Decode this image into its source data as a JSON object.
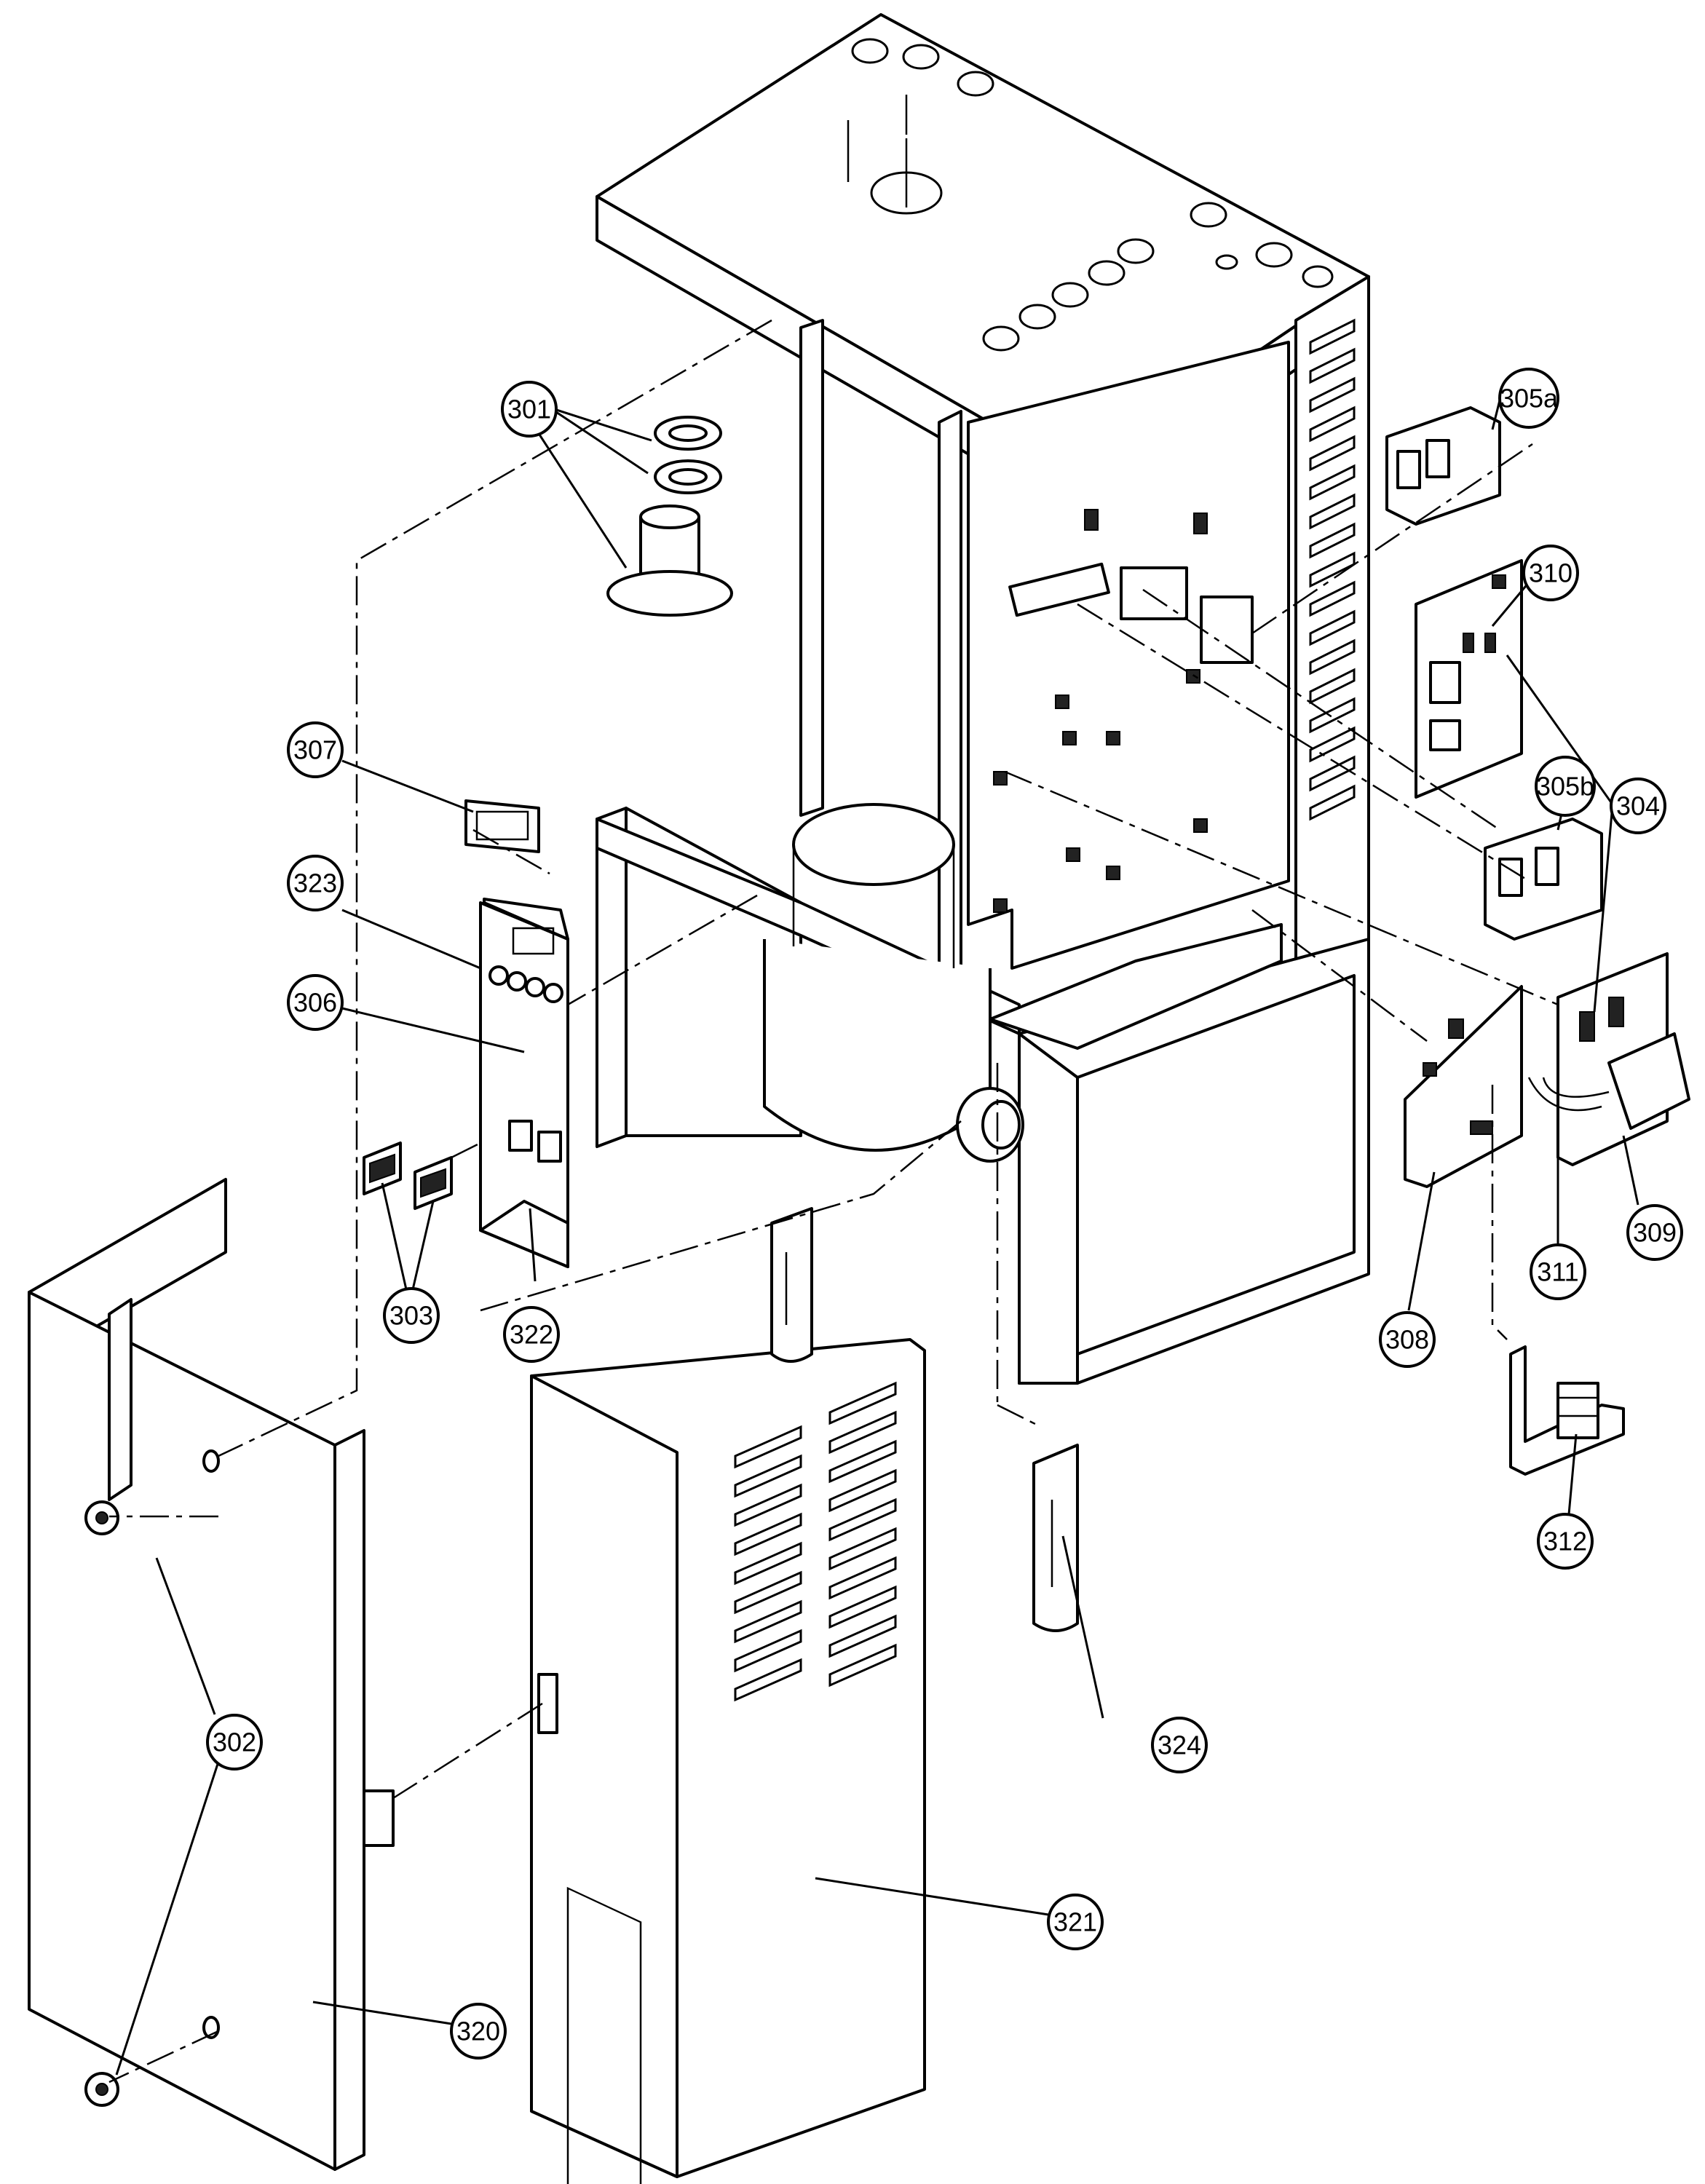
{
  "diagram": {
    "callouts": [
      {
        "id": "301",
        "label": "301"
      },
      {
        "id": "302",
        "label": "302"
      },
      {
        "id": "303",
        "label": "303"
      },
      {
        "id": "304",
        "label": "304"
      },
      {
        "id": "305a",
        "label": "305a"
      },
      {
        "id": "305b",
        "label": "305b"
      },
      {
        "id": "306",
        "label": "306"
      },
      {
        "id": "307",
        "label": "307"
      },
      {
        "id": "308",
        "label": "308"
      },
      {
        "id": "309",
        "label": "309"
      },
      {
        "id": "310",
        "label": "310"
      },
      {
        "id": "311",
        "label": "311"
      },
      {
        "id": "312",
        "label": "312"
      },
      {
        "id": "320",
        "label": "320"
      },
      {
        "id": "321",
        "label": "321"
      },
      {
        "id": "322",
        "label": "322"
      },
      {
        "id": "323",
        "label": "323"
      },
      {
        "id": "324",
        "label": "324"
      }
    ],
    "colors": {
      "line": "#000000",
      "background": "#ffffff"
    }
  }
}
